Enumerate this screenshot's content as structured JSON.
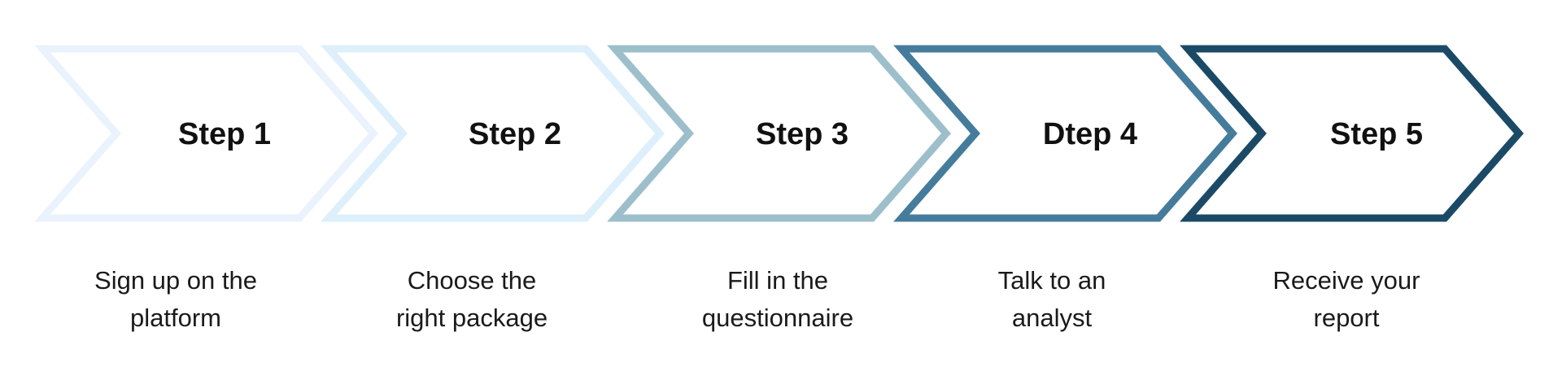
{
  "steps": [
    {
      "title": "Step 1",
      "description_line1": "Sign up on the",
      "description_line2": "platform",
      "color": "#EAF3FD"
    },
    {
      "title": "Step 2",
      "description_line1": "Choose the",
      "description_line2": "right package",
      "color": "#DDEFFB"
    },
    {
      "title": "Step 3",
      "description_line1": "Fill in the",
      "description_line2": "questionnaire",
      "color": "#9DBFCB"
    },
    {
      "title": "Dtep 4",
      "description_line1": "Talk to an",
      "description_line2": "analyst",
      "color": "#457C9C"
    },
    {
      "title": "Step 5",
      "description_line1": "Receive your",
      "description_line2": "report",
      "color": "#1B4A66"
    }
  ]
}
